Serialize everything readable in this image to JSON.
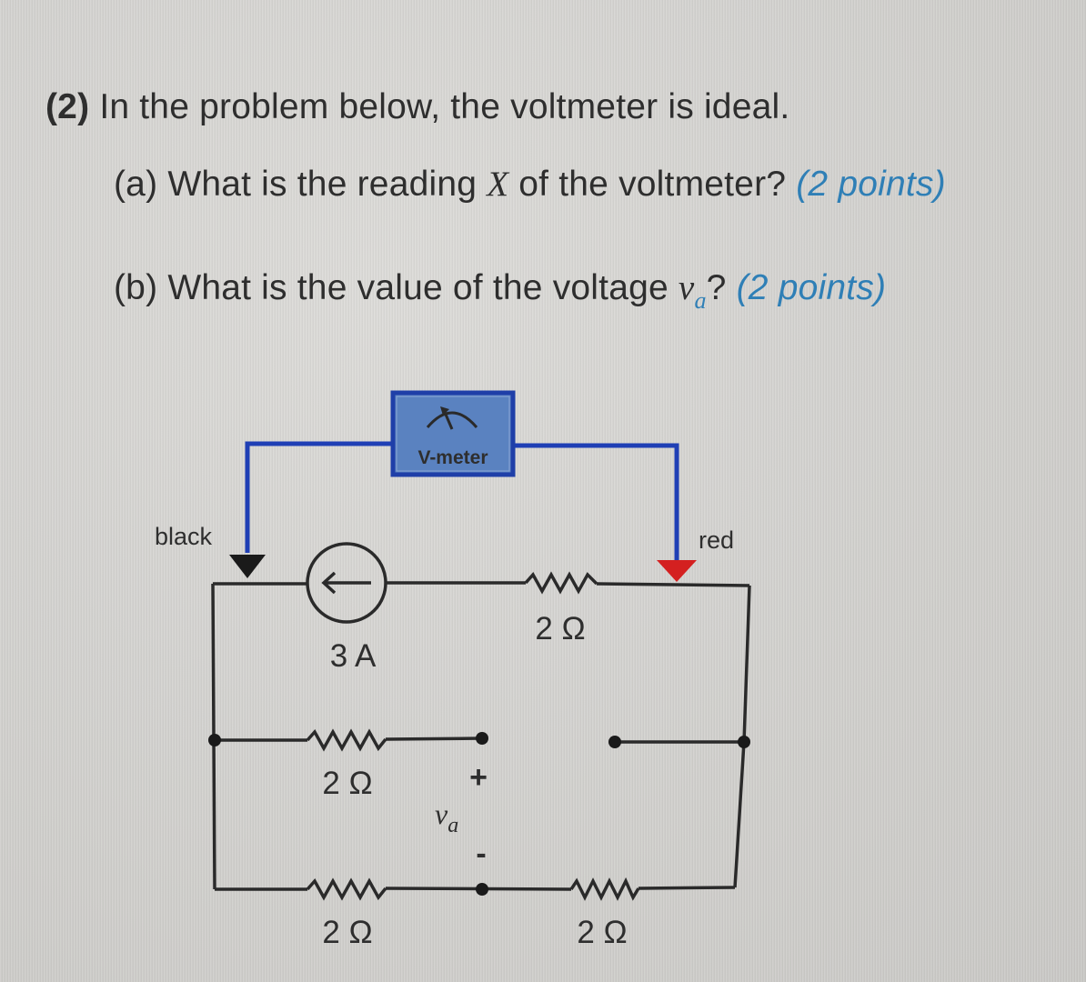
{
  "question": {
    "number": "(2)",
    "intro": "In the problem below, the voltmeter is ideal.",
    "part_a": {
      "label": "(a)",
      "text_before": "What is the reading",
      "variable": "X",
      "text_after": "of the voltmeter?",
      "points": "(2 points)"
    },
    "part_b": {
      "label": "(b)",
      "text_before": "What is the value of the voltage",
      "variable": "v",
      "subscript": "a",
      "text_after": "?",
      "points": "(2 points)"
    }
  },
  "circuit": {
    "voltmeter_label": "V-meter",
    "black_probe_label": "black",
    "red_probe_label": "red",
    "current_source_value": "3 A",
    "resistor_top": "2 Ω",
    "resistor_middle_left": "2 Ω",
    "resistor_bottom_left": "2 Ω",
    "resistor_bottom_right": "2 Ω",
    "va_plus": "+",
    "va_minus": "-",
    "va_label": "v",
    "va_subscript": "a",
    "colors": {
      "meter_fill": "#5a82c0",
      "meter_border": "#1f3fa8",
      "probe_wire": "#1f3fb5",
      "red_probe": "#d42020",
      "black_probe": "#1a1a1a",
      "wire": "#2a2a2a"
    }
  }
}
